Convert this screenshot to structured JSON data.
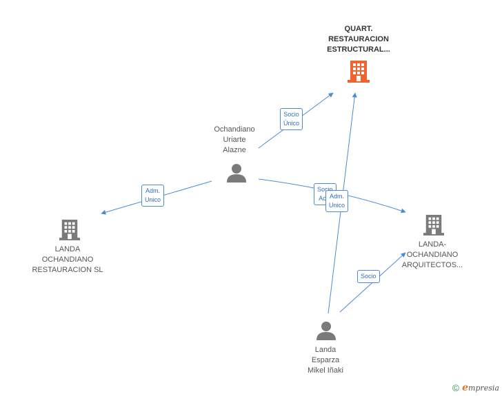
{
  "nodes": {
    "quart": {
      "lines": [
        "QUART.",
        "RESTAURACION",
        "ESTRUCTURAL..."
      ],
      "color": "#f0622e",
      "icon": "building-icon"
    },
    "ochandiano": {
      "lines": [
        "Ochandiano",
        "Uriarte",
        "Alazne"
      ],
      "icon": "person-icon"
    },
    "landa_restauracion": {
      "lines": [
        "LANDA",
        "OCHANDIANO",
        "RESTAURACION SL"
      ],
      "icon": "building-icon"
    },
    "landa_arquitectos": {
      "lines": [
        "LANDA-",
        "OCHANDIANO",
        "ARQUITECTOS..."
      ],
      "icon": "building-icon"
    },
    "landa_esparza": {
      "lines": [
        "Landa",
        "Esparza",
        "Mikel Iñaki"
      ],
      "icon": "person-icon"
    }
  },
  "edges": {
    "e1": {
      "lines": [
        "Socio",
        "Único"
      ]
    },
    "e2": {
      "lines": [
        "Adm.",
        "Unico"
      ]
    },
    "e3": {
      "lines": [
        "Socio",
        "Ac..."
      ]
    },
    "e4": {
      "lines": [
        "Adm.",
        "Unico"
      ]
    },
    "e5": {
      "lines": [
        "Socio"
      ]
    }
  },
  "footer": {
    "copyright": "©",
    "brand_initial": "e",
    "brand_rest": "mpresia"
  },
  "colors": {
    "edge": "#4a8ad4",
    "node": "#7a7a7a",
    "highlight": "#f0622e"
  }
}
